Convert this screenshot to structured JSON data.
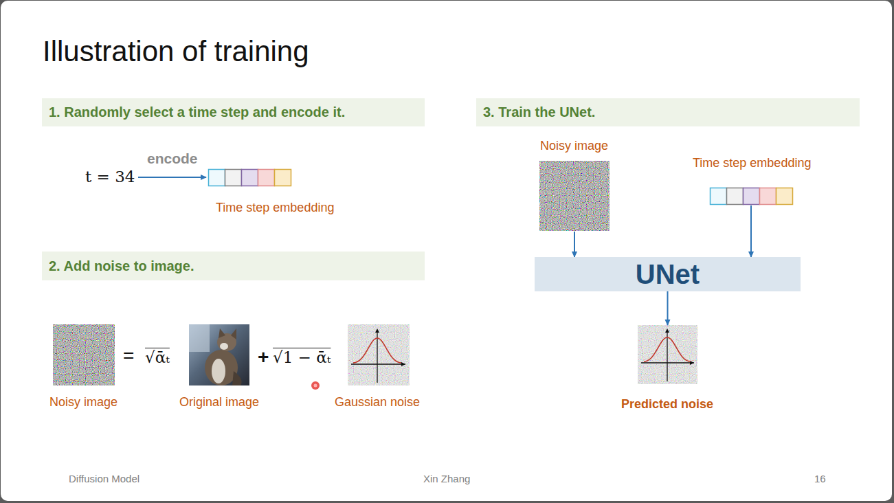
{
  "diagram": {
    "title": "Illustration of training",
    "nodes": [
      {
        "text": [
          "1. Randomly select a time step and encode it."
        ]
      },
      {
        "text": [
          "2. Add noise to image."
        ]
      },
      {
        "text": [
          "3. Train the UNet."
        ]
      },
      {
        "text": [
          "Noisy image"
        ]
      },
      {
        "text": [
          "Time step embedding"
        ]
      },
      {
        "text": [
          "UNet"
        ]
      },
      {
        "text": [
          "Predicted noise"
        ]
      }
    ],
    "edges": [
      {
        "from": 3,
        "to": 5,
        "arrow": "to"
      },
      {
        "from": 4,
        "to": 5,
        "arrow": "to"
      },
      {
        "from": 5,
        "to": 6,
        "arrow": "to"
      }
    ],
    "labels": [
      "t = 34",
      "encode",
      "Time step embedding",
      "=",
      "√ᾱₜ",
      "+",
      "√1 − ᾱₜ",
      "Noisy image",
      "Original image",
      "Gaussian noise",
      "Diffusion Model",
      "Xin Zhang",
      "16"
    ]
  }
}
